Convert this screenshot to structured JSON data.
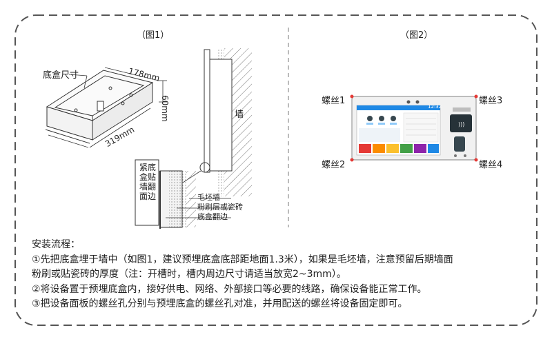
{
  "figure1": {
    "title": "（图1）",
    "box_label": "底盒尺寸",
    "width_dim": "178mm",
    "height_dim": "60mm",
    "length_dim": "319mm",
    "wall_label": "墙",
    "detail_label": "紧底盒贴墙翻面边",
    "layer1_label": "毛坯墙",
    "layer2_label": "粉刷层或瓷砖",
    "layer3_label": "底盒翻边"
  },
  "figure2": {
    "title": "（图2）",
    "screw1": "螺丝1",
    "screw2": "螺丝2",
    "screw3": "螺丝3",
    "screw4": "螺丝4",
    "device_time": "12:32"
  },
  "instructions": {
    "heading": "安装流程：",
    "step1_line1": "①先把底盒埋于墙中（如图1，建议预埋底盒底部距地面1.3米），如果是毛坯墙，注意预留后期墙面",
    "step1_line2": "粉刷或贴瓷砖的厚度（注：开槽时，槽内周边尺寸请适当放宽2~3mm）。",
    "step2": "②将设备置于预埋底盒内，接好供电、网络、外部接口等必要的线路，确保设备能正常工作。",
    "step3": "③把设备面板的螺丝孔分别与预埋底盒的螺丝孔对准，并用配送的螺丝将设备固定即可。"
  },
  "colors": {
    "frame": "#555555",
    "screw_marker": "#e53935",
    "device_screen_top": "#1e88e5",
    "tile_colors": [
      "#e53935",
      "#fb8c00",
      "#43a047",
      "#1e88e5",
      "#8e24aa",
      "#00acc1"
    ]
  }
}
